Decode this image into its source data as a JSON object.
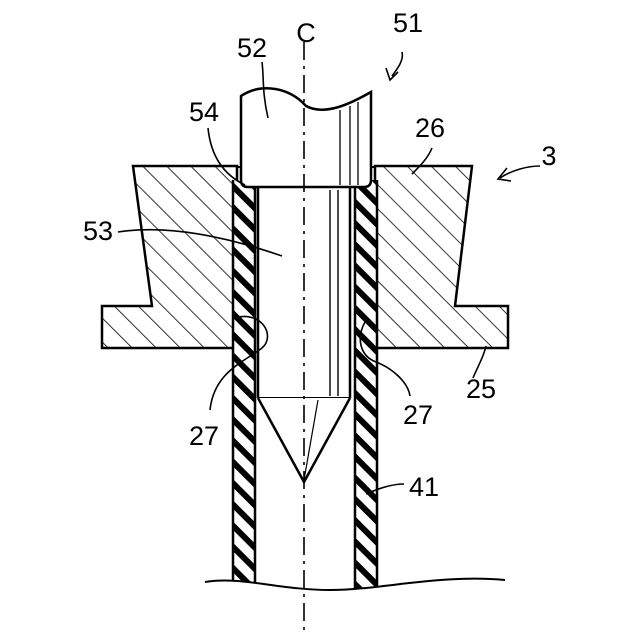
{
  "figure": {
    "labels": {
      "axis": "C",
      "needle_assembly": "51",
      "head": "52",
      "shaft": "53",
      "shoulder_gap": "54",
      "flange_block": "3",
      "block_top": "26",
      "block_flange": "25",
      "bore_contact_left": "27",
      "bore_contact_right": "27",
      "tube": "41"
    },
    "colors": {
      "ink": "#000000",
      "paper": "#ffffff"
    }
  }
}
